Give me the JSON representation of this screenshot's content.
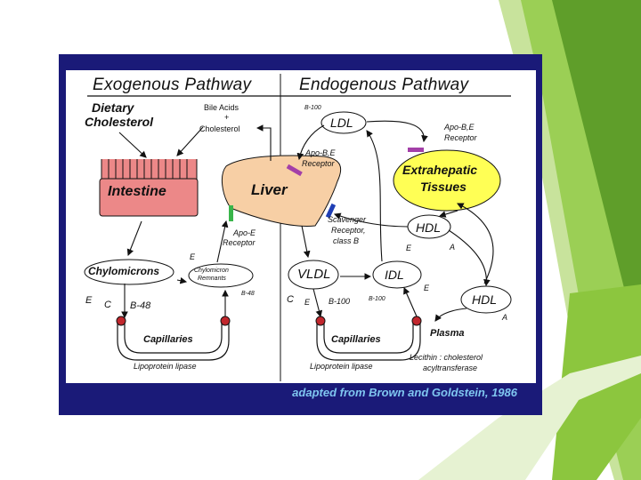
{
  "colors": {
    "frame": "#1a1a78",
    "caption": "#7fc6f0",
    "intestine": "#ec8888",
    "liver": "#f7cfa5",
    "extrahepatic": "#ffff55",
    "deco_green": "#8cc63e"
  },
  "headers": {
    "exogenous": "Exogenous Pathway",
    "endogenous": "Endogenous Pathway"
  },
  "labels": {
    "dietary_line1": "Dietary",
    "dietary_line2": "Cholesterol",
    "bile_acids": "Bile Acids",
    "plus": "+",
    "cholesterol": "Cholesterol",
    "intestine": "Intestine",
    "liver": "Liver",
    "ldl": "LDL",
    "b100_top": "B-100",
    "apob_e_receptor_top_line1": "Apo-B,E",
    "apob_e_receptor_top_line2": "Receptor",
    "apob_e_receptor_mid_line1": "Apo-B,E",
    "apob_e_receptor_mid_line2": "Receptor",
    "extrahepatic_line1": "Extrahepatic",
    "extrahepatic_line2": "Tissues",
    "apoe_receptor_line1": "Apo-E",
    "apoe_receptor_line2": "Receptor",
    "scavenger_line1": "Scavenger",
    "scavenger_line2": "Receptor,",
    "scavenger_line3": "class B",
    "hdl_upper": "HDL",
    "hdl_lower": "HDL",
    "chylomicrons": "Chylomicrons",
    "chylo_remnants_line1": "Chylomicron",
    "chylo_remnants_line2": "Remnants",
    "vldl": "VLDL",
    "idl": "IDL",
    "e_chylo": "E",
    "c_chylo": "C",
    "b48_chylo": "B-48",
    "e_remnant": "E",
    "b48_remnant": "B-48",
    "c_vldl": "C",
    "e_vldl": "E",
    "b100_vldl": "B-100",
    "b100_idl": "B-100",
    "e_idl": "E",
    "e_hdl": "E",
    "a_upper_hdl": "A",
    "a_lower_hdl": "A",
    "capillaries_left": "Capillaries",
    "capillaries_right": "Capillaries",
    "lipase_left": "Lipoprotein lipase",
    "lipase_right": "Lipoprotein lipase",
    "plasma": "Plasma",
    "lcat_line1": "Lecithin : cholesterol",
    "lcat_line2": "acyltransferase"
  },
  "caption": "adapted from Brown and Goldstein, 1986"
}
